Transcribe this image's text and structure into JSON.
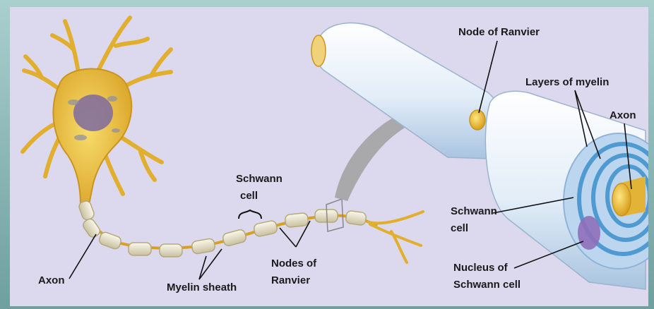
{
  "labels": {
    "node_of_ranvier": "Node of Ranvier",
    "layers_of_myelin": "Layers of myelin",
    "axon_right": "Axon",
    "schwann_cell_top_line1": "Schwann",
    "schwann_cell_top_line2": "cell",
    "schwann_cell_right_line1": "Schwann",
    "schwann_cell_right_line2": "cell",
    "nucleus_line1": "Nucleus of",
    "nucleus_line2": "Schwann cell",
    "axon_left": "Axon",
    "myelin_sheath": "Myelin sheath",
    "nodes_line1": "Nodes of",
    "nodes_line2": "Ranvier"
  },
  "colors": {
    "background_frame": "#8fbdbc",
    "panel": "#dcd9ee",
    "neuron_yellow": "#f2c63a",
    "myelin_segment": "#ece6cf",
    "cylinder_white": "#e4eef8",
    "myelin_ring": "#5fa7d8",
    "nucleus": "#7c5fa8",
    "arrow_gray": "#9b9b9b"
  }
}
